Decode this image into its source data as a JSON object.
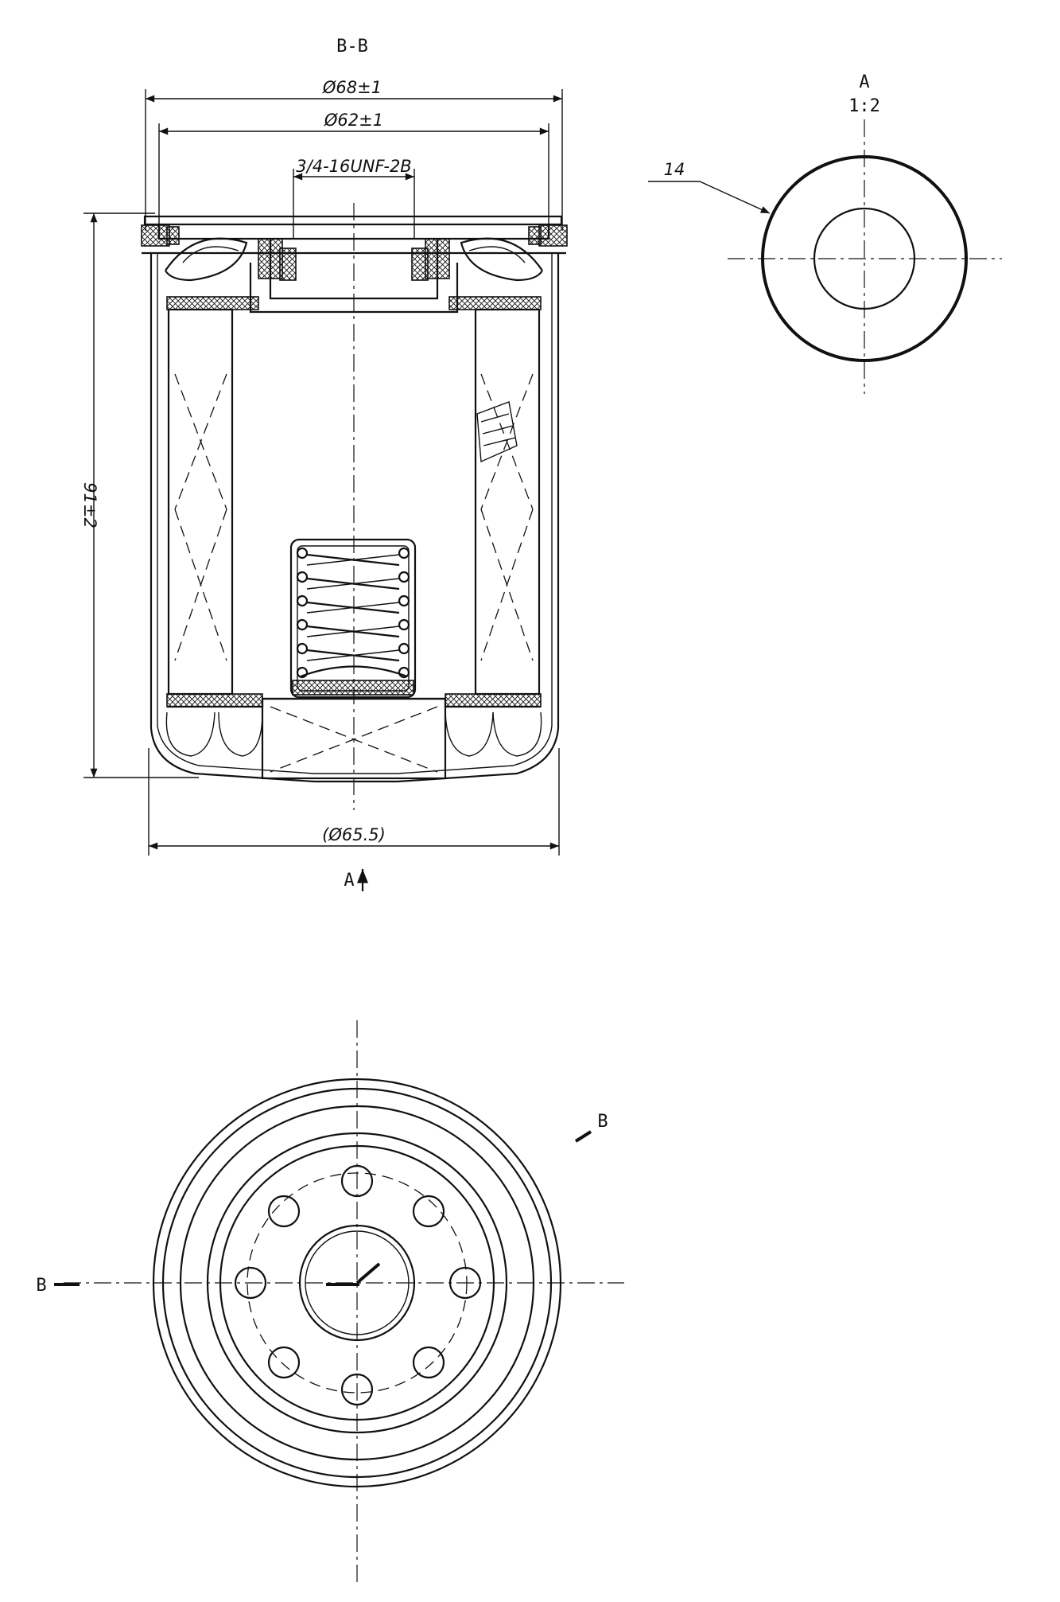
{
  "section_view": {
    "title": "B-B",
    "dim_outer_diameter": "Ø68±1",
    "dim_inner_diameter": "Ø62±1",
    "dim_thread": "3/4-16UNF-2B",
    "dim_height": "91±2",
    "dim_base_diameter": "(Ø65.5)",
    "view_arrow_label": "A"
  },
  "detail_view": {
    "title": "A",
    "scale": "1:2",
    "callout": "14"
  },
  "top_view": {
    "section_mark_left": "B",
    "section_mark_right": "B"
  }
}
